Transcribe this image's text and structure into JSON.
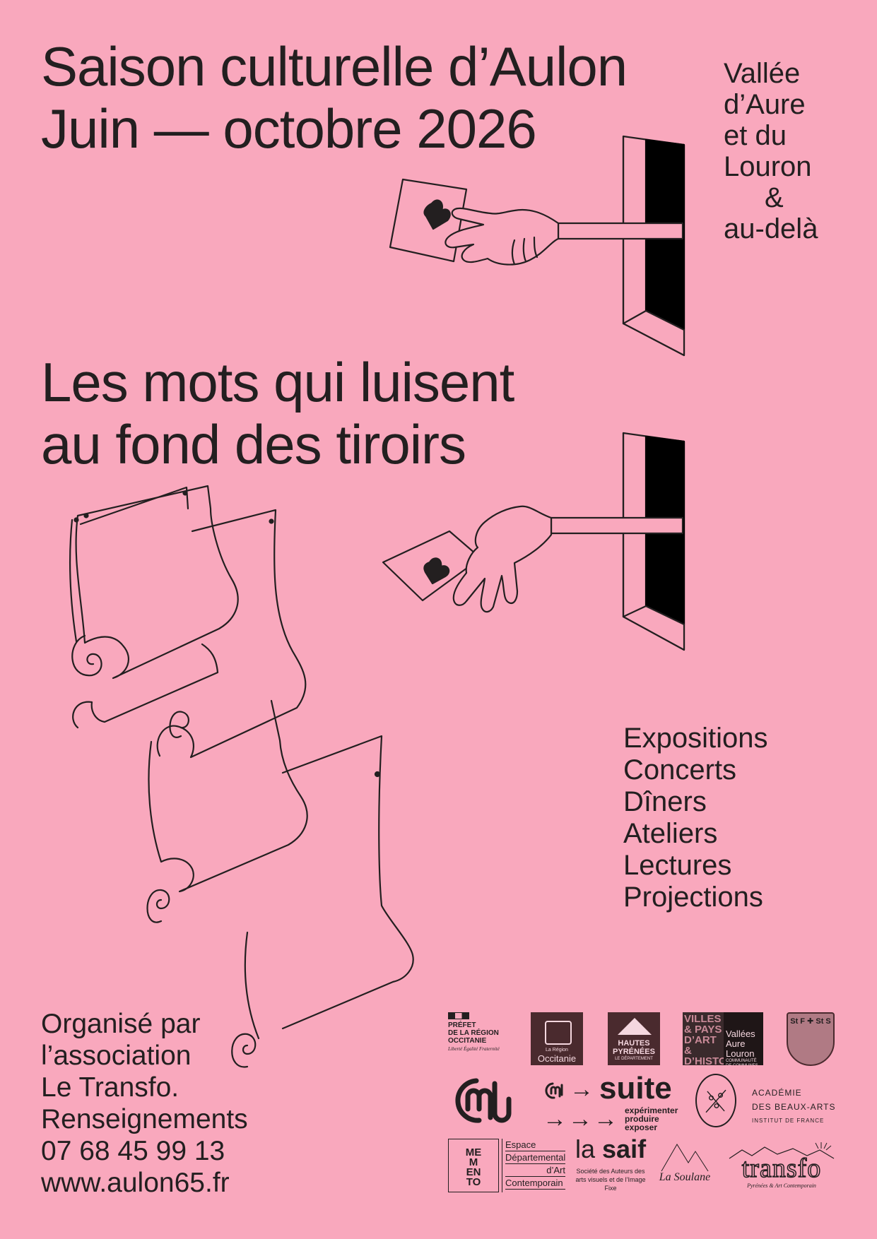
{
  "title": {
    "line1": "Saison culturelle d’Aulon",
    "line2": "Juin — octobre 2026"
  },
  "region": {
    "lines": [
      "Vallée",
      "d’Aure",
      "et du",
      "Louron"
    ],
    "amp": "&",
    "last": "au-delà"
  },
  "subtitle": {
    "line1": "Les mots qui luisent",
    "line2": "au fond des tiroirs"
  },
  "activities": [
    "Expositions",
    "Concerts",
    "Dîners",
    "Ateliers",
    "Lectures",
    "Projections"
  ],
  "organizer": {
    "line1": "Organisé par",
    "line2": "l’association",
    "line3": "Le Transfo.",
    "line4": "Renseignements",
    "phone": "07 68 45 99 13",
    "website": "www.aulon65.fr"
  },
  "logos": {
    "prefet": {
      "line1": "PRÉFET",
      "line2": "DE LA RÉGION",
      "line3": "OCCITANIE",
      "motto": "Liberté Égalité Fraternité"
    },
    "occitanie": {
      "small": "La Région",
      "name": "Occitanie"
    },
    "hautes_pyrenees": {
      "line1": "HAUTES",
      "line2": "PYRÉNÉES",
      "line3": "LE DÉPARTEMENT"
    },
    "villes": {
      "text": "VILLES & PAYS D’ART & D’HISTOIRE"
    },
    "aure_louron": {
      "line1": "Vallées",
      "line2": "Aure",
      "line3": "Louron",
      "small": "COMMUNAUTÉ DE COMMUNES"
    },
    "blason": {
      "text": "St F ✚ St S"
    },
    "suite": {
      "word": "suite",
      "arrow": "→",
      "arrows": "→→→",
      "sub1": "expérimenter",
      "sub2": "produire",
      "sub3": "exposer"
    },
    "academie": {
      "line1": "ACADÉMIE",
      "line2": "DES BEAUX-ARTS",
      "line3": "INSTITUT DE FRANCE"
    },
    "memento": {
      "line1": "ME",
      "line2": "M",
      "line3": "EN",
      "line4": "TO"
    },
    "edac": {
      "line1": "Espace",
      "line2": "Départemental",
      "line3": "d’Art",
      "line4": "Contemporain"
    },
    "saif": {
      "pre": "la ",
      "word": "saif",
      "sub": "Société des Auteurs des arts visuels et de l’Image Fixe"
    },
    "soulane": {
      "text": "La Soulane"
    },
    "transfo": {
      "word": "transfo",
      "sub": "Pyrénées & Art Contemporain"
    }
  },
  "colors": {
    "background": "#f9a8bd",
    "ink": "#231f20"
  }
}
